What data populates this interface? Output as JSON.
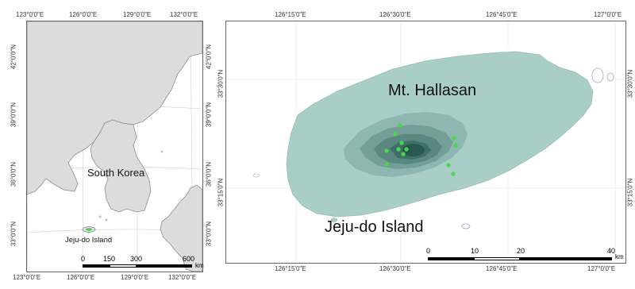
{
  "left_map": {
    "top_ticks": [
      "123°0'0\"E",
      "126°0'0\"E",
      "129°0'0\"E",
      "132°0'0\"E"
    ],
    "bottom_ticks": [
      "123°0'0\"E",
      "126°0'0\"E",
      "129°0'0\"E",
      "132°0'0\"E"
    ],
    "left_ticks": [
      "42°0'0\"N",
      "39°0'0\"N",
      "36°0'0\"N",
      "33°0'0\"N"
    ],
    "right_ticks": [
      "42°0'0\"N",
      "39°0'0\"N",
      "36°0'0\"N",
      "33°0'0\"N"
    ],
    "labels": {
      "country": "South Korea",
      "island": "Jeju-do Island"
    },
    "scale": {
      "values": [
        "0",
        "150",
        "300",
        "600"
      ],
      "unit": "km"
    },
    "colors": {
      "land": "#dcdcdc",
      "coast": "#8c8c8c",
      "sea": "#ffffff"
    }
  },
  "right_map": {
    "top_ticks": [
      "126°15'0\"E",
      "126°30'0\"E",
      "126°45'0\"E",
      "127°0'0\"E"
    ],
    "bottom_ticks": [
      "126°15'0\"E",
      "126°30'0\"E",
      "126°45'0\"E",
      "127°0'0\"E"
    ],
    "left_ticks": [
      "33°30'0\"N",
      "33°15'0\"N"
    ],
    "right_ticks": [
      "33°30'0\"N",
      "33°15'0\"N"
    ],
    "labels": {
      "mountain": "Mt. Hallasan",
      "island": "Jeju-do Island"
    },
    "scale": {
      "values": [
        "0",
        "10",
        "20",
        "40"
      ],
      "unit": "km"
    },
    "elevation_colors": [
      "#a9cdc7",
      "#8db7b0",
      "#739f98",
      "#5a8881",
      "#3f6f68",
      "#2b5751"
    ],
    "point_color": "#45d94a",
    "sample_point_count": 12
  }
}
